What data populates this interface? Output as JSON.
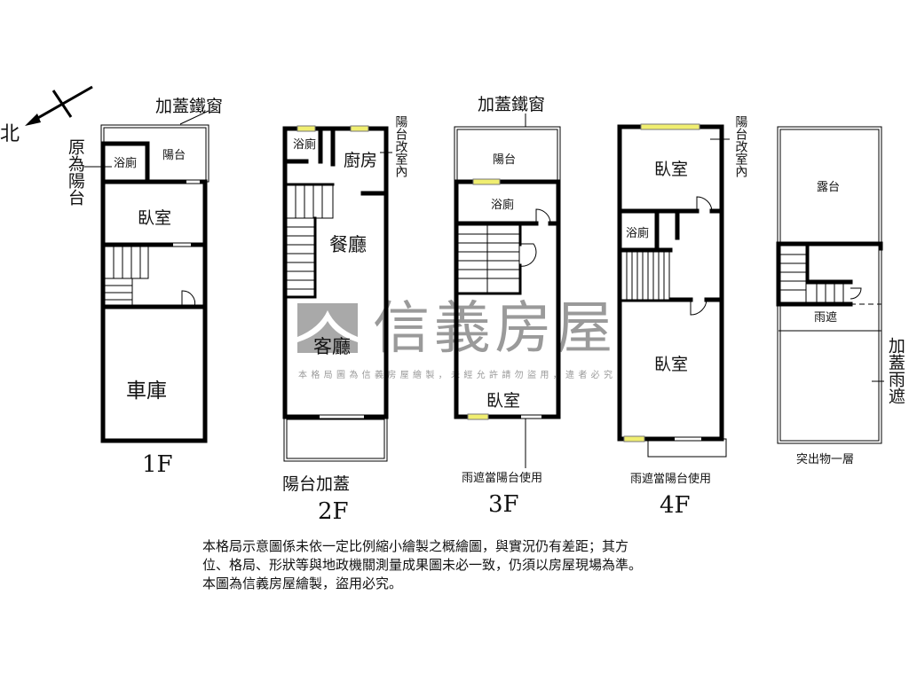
{
  "compass": {
    "north_label": "北"
  },
  "watermark": {
    "brand": "信義房屋",
    "notice": "本格局圖為信義房屋繪製，未經允許請勿盜用，違者必究",
    "color": "#9a9a9a"
  },
  "floors": {
    "f1": {
      "name": "1F",
      "iron_window": "加蓋鐵窗",
      "orig_balcony": "原為陽台",
      "bath": "浴廁",
      "balcony": "陽台",
      "bedroom": "臥室",
      "garage": "車庫"
    },
    "f2": {
      "name": "2F",
      "bath": "浴廁",
      "kitchen": "廚房",
      "dining": "餐廳",
      "living": "客廳",
      "balcony_indoor": "陽台改室內",
      "balcony_added": "陽台加蓋"
    },
    "f3": {
      "name": "3F",
      "iron_window": "加蓋鐵窗",
      "balcony": "陽台",
      "bath": "浴廁",
      "bedroom": "臥室",
      "awning_note": "雨遮當陽台使用"
    },
    "f4": {
      "name": "4F",
      "bedroom1": "臥室",
      "bath": "浴廁",
      "bedroom2": "臥室",
      "balcony_indoor": "陽台改室內",
      "awning_note": "雨遮當陽台使用"
    },
    "roof": {
      "name": "突出物一層",
      "terrace": "露台",
      "awning": "雨遮",
      "added_awning": "加蓋雨遮"
    }
  },
  "disclaimer": {
    "line1": "本格局示意圖係未依一定比例縮小繪製之概繪圖，與實況仍有差距；其方",
    "line2": "位、格局、形狀等與地政機關測量成果圖未必一致，仍須以房屋現場為準。",
    "line3": "本圖為信義房屋繪製，盜用必究。"
  },
  "colors": {
    "wall": "#000000",
    "window": "#f0ee70"
  }
}
